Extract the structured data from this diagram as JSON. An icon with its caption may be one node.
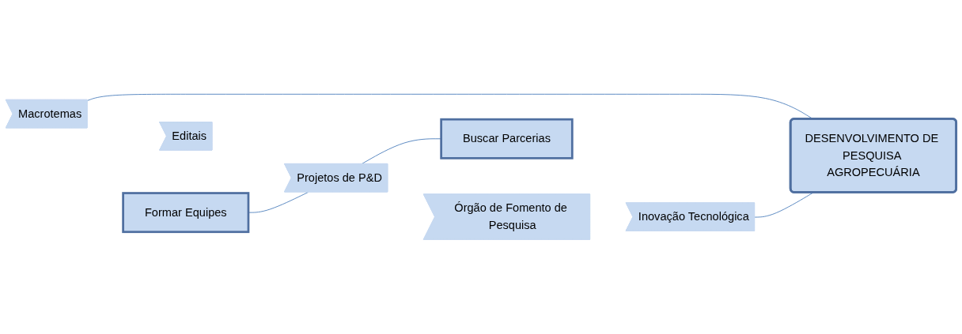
{
  "diagram": {
    "nodes": [
      {
        "text": [
          "Formar Equipes"
        ]
      },
      {
        "text": [
          "Macrotemas"
        ]
      },
      {
        "text": [
          "Editais"
        ]
      },
      {
        "text": [
          "Projetos de P&D"
        ]
      },
      {
        "text": [
          "Órgão de Fomento de Pesquisa"
        ]
      },
      {
        "text": [
          "Inovação Tecnológica"
        ]
      },
      {
        "text": [
          "Buscar Parcerias"
        ]
      },
      {
        "text": [
          "DESENVOLVIMENTO DE PESQUISA AGROPECUÁRIA"
        ]
      }
    ],
    "edges": [
      {
        "from": 0,
        "to": 3,
        "arrow": "none"
      },
      {
        "from": 3,
        "to": 6,
        "arrow": "none"
      },
      {
        "from": 1,
        "to": 7,
        "arrow": "none"
      },
      {
        "from": 5,
        "to": 7,
        "arrow": "none"
      }
    ]
  }
}
